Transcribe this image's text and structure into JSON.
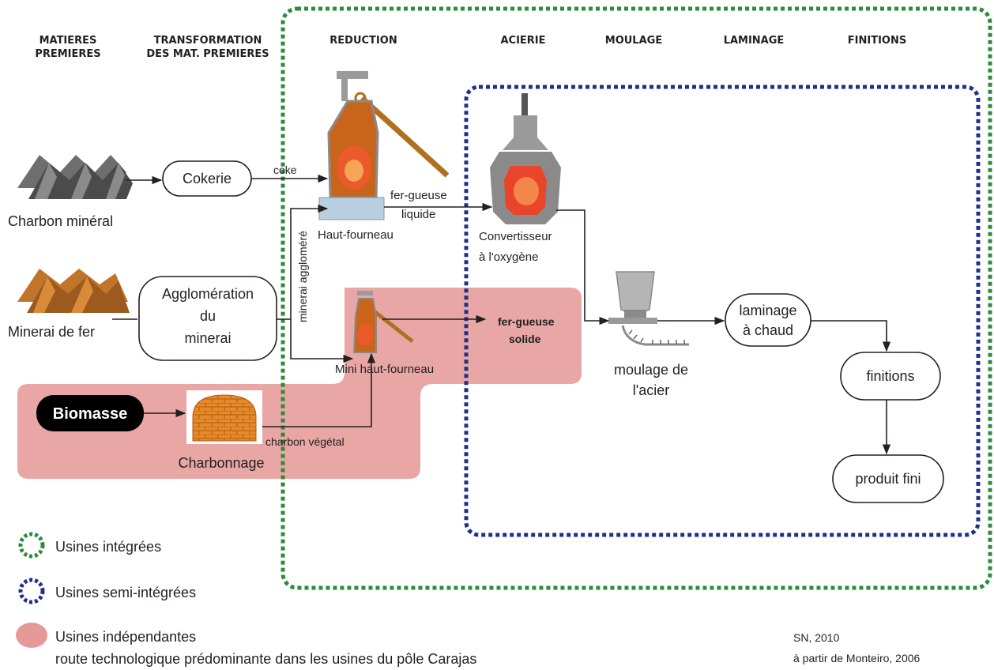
{
  "stage_headers": [
    {
      "line1": "MATIERES",
      "line2": "PREMIERES"
    },
    {
      "line1": "TRANSFORMATION",
      "line2": "DES MAT. PREMIERES"
    },
    {
      "line1": "REDUCTION",
      "line2": ""
    },
    {
      "line1": "ACIERIE",
      "line2": ""
    },
    {
      "line1": "MOULAGE",
      "line2": ""
    },
    {
      "line1": "LAMINAGE",
      "line2": ""
    },
    {
      "line1": "FINITIONS",
      "line2": ""
    }
  ],
  "raw_materials": {
    "coal": "Charbon minéral",
    "ore": "Minerai de fer",
    "biomass": "Biomasse"
  },
  "processes": {
    "coke_plant": "Cokerie",
    "sintering": [
      "Agglomération",
      "du",
      "minerai"
    ],
    "charcoal_making": "Charbonnage",
    "blast_furnace": "Haut-fourneau",
    "mini_blast_furnace": "Mini haut-fourneau",
    "converter": [
      "Convertisseur",
      "à l'oxygène"
    ],
    "casting": [
      "moulage de",
      "l'acier"
    ],
    "hot_rolling": [
      "laminage",
      "à chaud"
    ],
    "finishing": "finitions",
    "finished_product": "produit fini"
  },
  "flow_labels": {
    "coke": "coke",
    "liquid_pig_iron": [
      "fer-gueuse",
      "liquide"
    ],
    "sintered_ore": "minerai aggloméré",
    "solid_pig_iron": [
      "fer-gueuse",
      "solide"
    ],
    "charcoal": "charbon végétal"
  },
  "legend": {
    "integrated": "Usines intégrées",
    "semi_integrated": "Usines semi-intégrées",
    "independent": "Usines indépendantes",
    "independent_note": "route technologique prédominante dans les usines du pôle Carajas"
  },
  "credits": [
    "SN, 2010",
    "à partir de Monteiro, 2006"
  ],
  "colors": {
    "integrated_border": "#2e8b3e",
    "semi_integrated_border": "#1f2f8c",
    "independent_fill": "#e59a98",
    "furnace_orange": "#c8651b",
    "molten_red": "#e9452a",
    "steel_gray": "#9a9a9a",
    "coal_gray": "#5a5a5a",
    "ore_brown": "#9c5a1e"
  }
}
